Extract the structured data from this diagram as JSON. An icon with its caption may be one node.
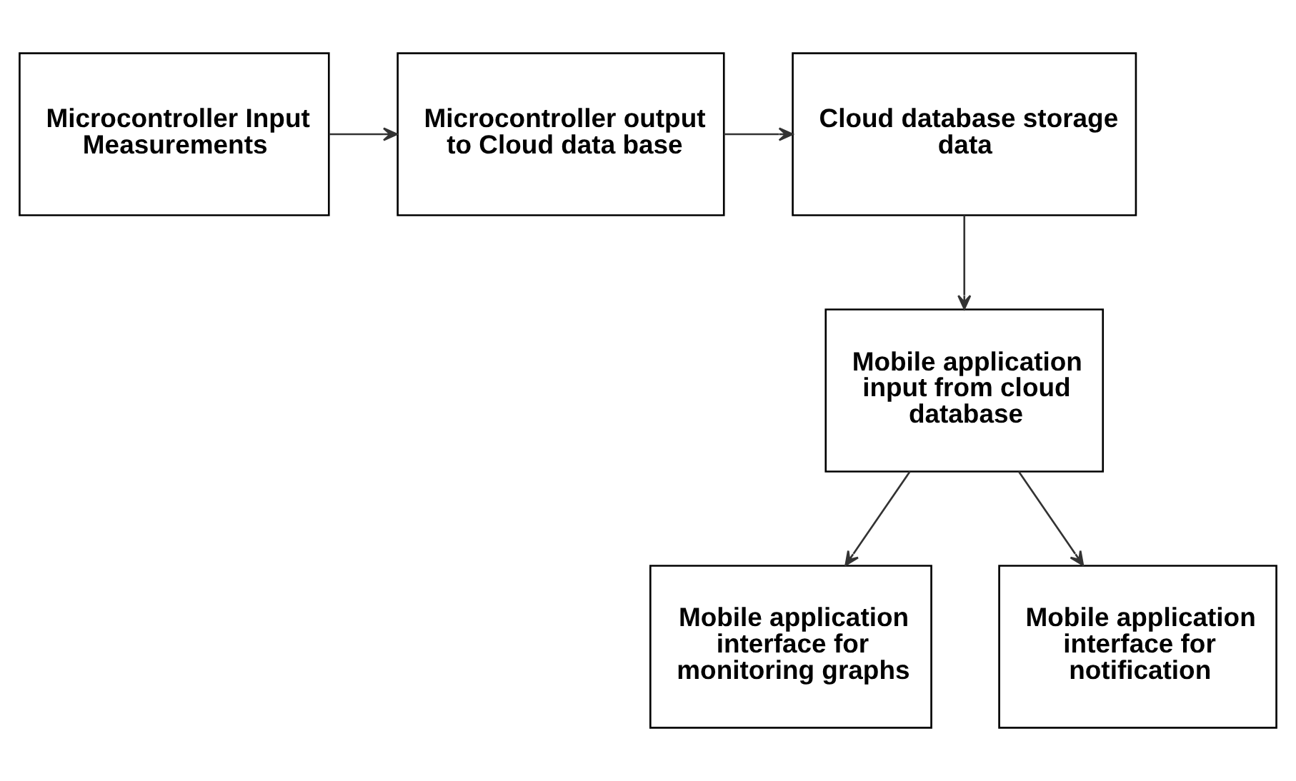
{
  "diagram": {
    "nodes": [
      {
        "text": [
          "Microcontroller Input Measurements"
        ]
      },
      {
        "text": [
          "Microcontroller output to Cloud data base"
        ]
      },
      {
        "text": [
          "Cloud database storage data"
        ]
      },
      {
        "text": [
          "Mobile application input from cloud database"
        ]
      },
      {
        "text": [
          "Mobile application interface for monitoring graphs"
        ]
      },
      {
        "text": [
          "Mobile application interface for notification"
        ]
      }
    ],
    "edges": [
      {
        "from": 0,
        "to": 1,
        "arrow": "to"
      },
      {
        "from": 1,
        "to": 2,
        "arrow": "to"
      },
      {
        "from": 2,
        "to": 3,
        "arrow": "to"
      },
      {
        "from": 3,
        "to": 4,
        "arrow": "to"
      },
      {
        "from": 3,
        "to": 5,
        "arrow": "to"
      }
    ]
  }
}
